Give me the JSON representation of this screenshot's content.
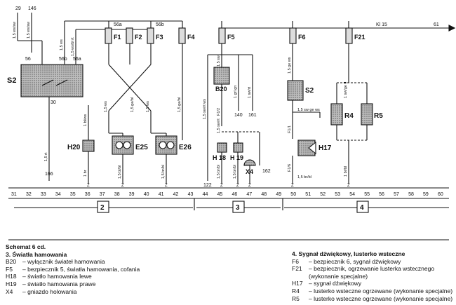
{
  "diagram": {
    "kl15_label": "Kl 15",
    "kl15_end_number": "61",
    "top_inputs": {
      "left": "29",
      "right": "146"
    },
    "terminals": {
      "t56": "56",
      "t56b": "56b",
      "t56a": "56a",
      "t30": "30",
      "t56a_top": "56a",
      "t56b_top": "56b"
    },
    "wires": {
      "w1": "1,5 ws/sw",
      "w2": "1,5 ws/sw",
      "w3": "1,5 ws",
      "w4": "1,5 ws/bl rt",
      "w5": "1,5 ws",
      "w6": "1,5 ge/bl",
      "w7": "1,5 ws",
      "w8": "1,5 ge/bl",
      "w9": "1 bl/ws",
      "w10": "1,5 bl/bl",
      "w11": "1,5 br/bl",
      "w12": "1,5 br/bl",
      "w13": "1,5 rt",
      "w14": "1 br",
      "w15": "1,5 sw",
      "w16": "1,5 sw/rt ws",
      "w17": "1 grl gn",
      "w18": "1 sw/rt",
      "w19": "1,5 sw/rt",
      "w20": "1,5 br/bl",
      "w21": "1,5 br/bl",
      "w22": "1,5 sw ge ws",
      "w23": "1,5 ge ws",
      "w24": "1,5 br/bl",
      "w25": "1 sw/ge II",
      "w26": "1 br/bl",
      "w27": "F1/2",
      "w28": "F1/1",
      "w29": "F1/6"
    },
    "refs": {
      "r166": "166",
      "r122": "122",
      "r140": "140",
      "r161": "161",
      "r162": "162"
    },
    "fuses": [
      "F1",
      "F2",
      "F3",
      "F4",
      "F5",
      "F6",
      "F21"
    ],
    "components": {
      "S2": "S2",
      "S2b": "S2",
      "B20": "B20",
      "H20": "H20",
      "E25": "E25",
      "E26": "E26",
      "H18": "H 18",
      "H19": "H 19",
      "X4": "X4",
      "H17": "H17",
      "R4": "R4",
      "R5": "R5"
    },
    "ground_label": "Z",
    "track_numbers": [
      "31",
      "32",
      "33",
      "34",
      "35",
      "36",
      "37",
      "38",
      "39",
      "40",
      "41",
      "42",
      "43",
      "44",
      "45",
      "46",
      "47",
      "48",
      "49",
      "50",
      "51",
      "52",
      "53",
      "54",
      "55",
      "56",
      "57",
      "58",
      "59",
      "60"
    ],
    "section_refs": [
      "2",
      "3",
      "4"
    ]
  },
  "legend_left": {
    "title": "Schemat 6 cd.",
    "heading": "3. Światła hamowania",
    "items": [
      {
        "code": "B20",
        "text": "– wyłącznik świateł hamowania"
      },
      {
        "code": "F5",
        "text": "– bezpiecznik 5, światła hamowania, cofania"
      },
      {
        "code": "H18",
        "text": "– światło hamowania lewe"
      },
      {
        "code": "H19",
        "text": "– światło hamowania prawe"
      },
      {
        "code": "X4",
        "text": "– gniazdo holowania"
      }
    ]
  },
  "legend_right": {
    "heading": "4. Sygnał dźwiękowy, lusterko wsteczne",
    "items": [
      {
        "code": "F6",
        "text": "– bezpiecznik 6, sygnał dźwiękowy"
      },
      {
        "code": "F21",
        "text": "– bezpiecznik, ogrzewanie lusterka wstecznego"
      },
      {
        "code": "",
        "text": "(wykonanie specjalne)"
      },
      {
        "code": "H17",
        "text": "– sygnał dźwiękowy"
      },
      {
        "code": "R4",
        "text": "– lusterko wsteczne ogrzewane (wykonanie specjalne)"
      },
      {
        "code": "R5",
        "text": "– lusterko wsteczne ogrzewane (wykonanie specjalne)"
      }
    ]
  }
}
